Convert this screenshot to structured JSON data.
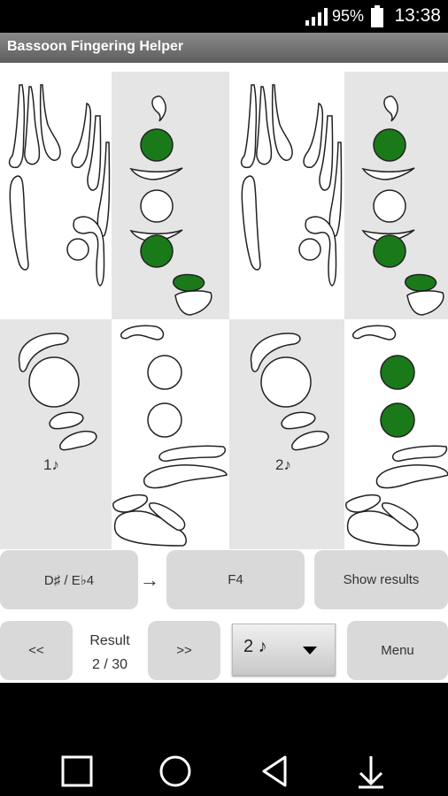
{
  "status": {
    "battery": "95%",
    "time": "13:38"
  },
  "app": {
    "title": "Bassoon Fingering Helper"
  },
  "fingering": {
    "left_note": "1♪",
    "right_note": "2♪",
    "left_closed_holes": [
      true,
      false,
      true
    ],
    "right_closed_holes": [
      true,
      false,
      true
    ],
    "left_bottom_holes": [
      false,
      false
    ],
    "right_bottom_holes": [
      true,
      true
    ]
  },
  "controls": {
    "from_note": "D♯ / E♭4",
    "arrow": "→",
    "to_note": "F4",
    "show_results": "Show results",
    "prev": "<<",
    "next": ">>",
    "result_label": "Result",
    "result_count": "2 / 30",
    "selected_option": "2 ♪",
    "menu": "Menu"
  },
  "colors": {
    "closed": "#1a7a1a",
    "gray_panel": "#e5e5e5",
    "button": "#d9d9d9"
  }
}
